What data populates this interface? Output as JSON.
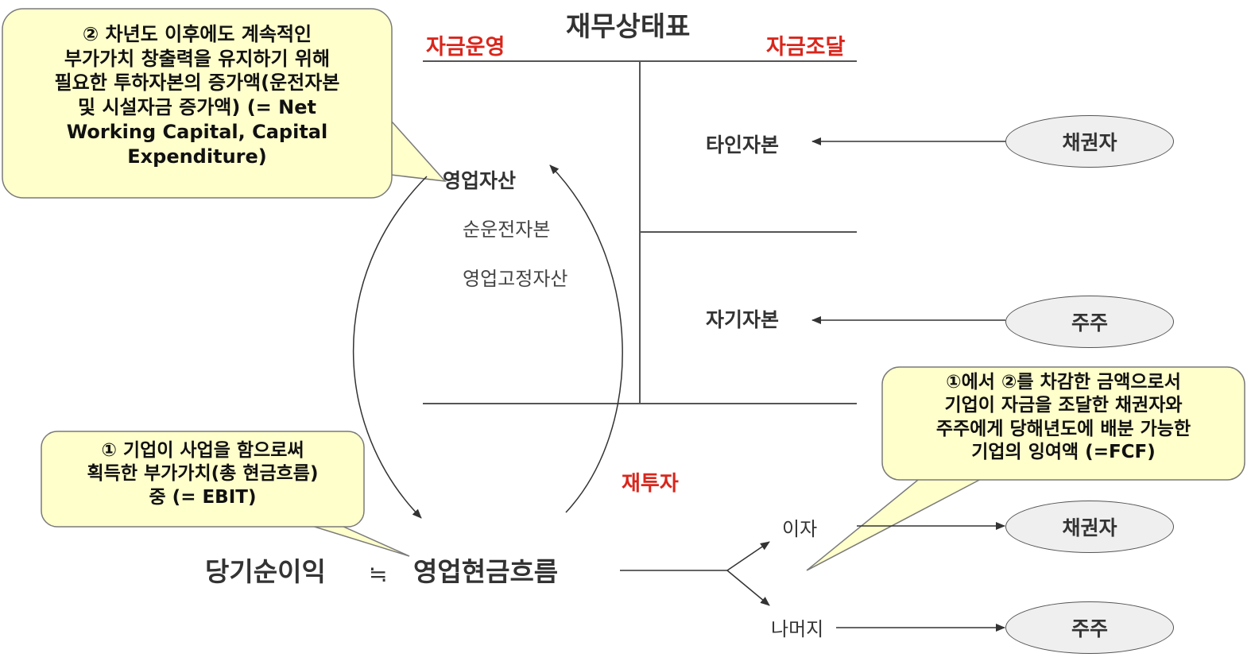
{
  "balance_sheet": {
    "title": "재무상태표",
    "left_header": "자금운영",
    "right_header": "자금조달",
    "liabilities": "타인자본",
    "equity": "자기자본",
    "assets": {
      "title": "영업자산",
      "items": [
        "순운전자본",
        "영업고정자산"
      ]
    }
  },
  "flow": {
    "net_income": "당기순이익",
    "approx": "≒",
    "operating_cf": "영업현금흐름",
    "reinvest": "재투자",
    "interest": "이자",
    "remainder": "나머지"
  },
  "parties": {
    "creditor": "채권자",
    "shareholder": "주주"
  },
  "notes": {
    "note1": [
      "① 기업이 사업을 함으로써",
      "획득한 부가가치(총 현금흐름)",
      "중 (= EBIT)"
    ],
    "note2": [
      "② 차년도 이후에도 계속적인",
      "부가가치 창출력을 유지하기 위해",
      "필요한 투하자본의 증가액(운전자본",
      "및 시설자금 증가액) (= Net",
      "Working Capital, Capital",
      "Expenditure)"
    ],
    "note3": [
      "①에서 ②를 차감한 금액으로서",
      "기업이 자금을 조달한 채권자와",
      "주주에게 당해년도에 배분 가능한",
      "기업의 잉여액 (=FCF)"
    ]
  },
  "colors": {
    "accent_red": "#d9261c",
    "callout_fill": "#ffffcc",
    "callout_border": "#7a7a7a",
    "oval_fill": "#efefef"
  }
}
